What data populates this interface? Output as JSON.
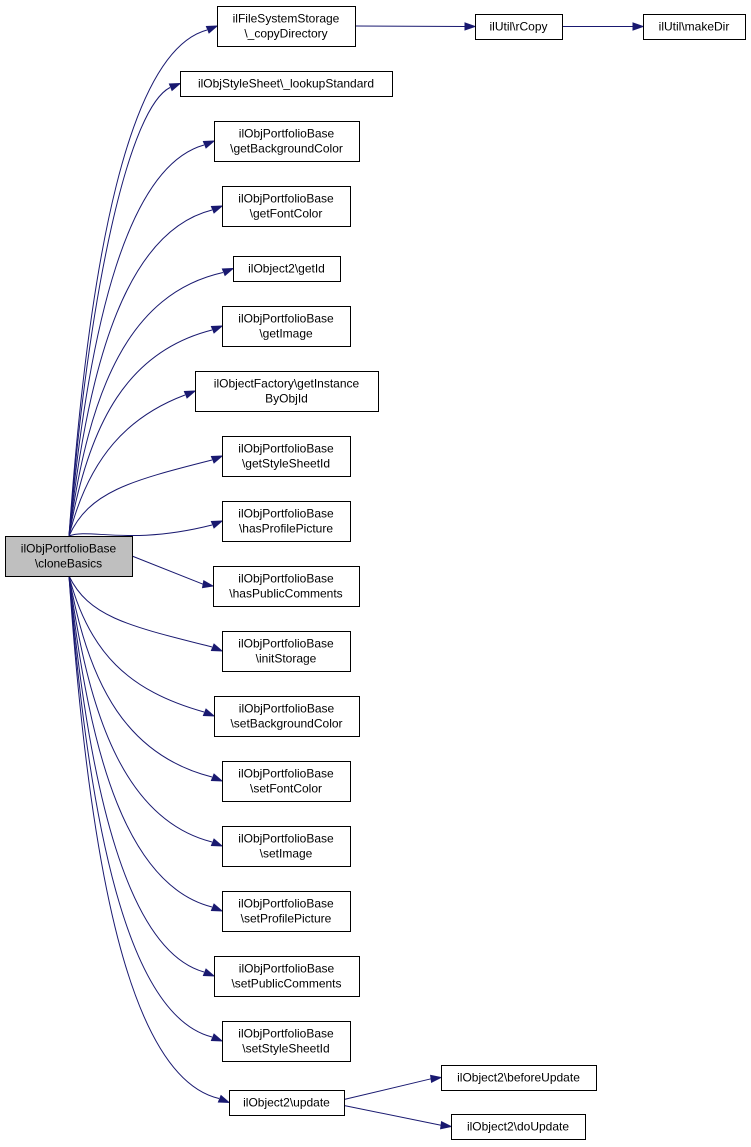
{
  "graph": {
    "colors": {
      "edge": "#191970",
      "root_fill": "#bfbfbf",
      "node_fill": "#ffffff",
      "border": "#000000"
    },
    "nodes": [
      {
        "id": "clone_basics",
        "lines": [
          "ilObjPortfolioBase",
          "\\cloneBasics"
        ],
        "root": true
      },
      {
        "id": "copy_directory",
        "lines": [
          "ilFileSystemStorage",
          "\\_copyDirectory"
        ]
      },
      {
        "id": "rcopy",
        "lines": [
          "ilUtil\\rCopy"
        ]
      },
      {
        "id": "make_dir",
        "lines": [
          "ilUtil\\makeDir"
        ]
      },
      {
        "id": "lookup_standard",
        "lines": [
          "ilObjStyleSheet\\_lookupStandard"
        ]
      },
      {
        "id": "get_background_color",
        "lines": [
          "ilObjPortfolioBase",
          "\\getBackgroundColor"
        ]
      },
      {
        "id": "get_font_color",
        "lines": [
          "ilObjPortfolioBase",
          "\\getFontColor"
        ]
      },
      {
        "id": "get_id",
        "lines": [
          "ilObject2\\getId"
        ]
      },
      {
        "id": "get_image",
        "lines": [
          "ilObjPortfolioBase",
          "\\getImage"
        ]
      },
      {
        "id": "get_instance_by_obj_id",
        "lines": [
          "ilObjectFactory\\getInstance",
          "ByObjId"
        ]
      },
      {
        "id": "get_style_sheet_id",
        "lines": [
          "ilObjPortfolioBase",
          "\\getStyleSheetId"
        ]
      },
      {
        "id": "has_profile_picture",
        "lines": [
          "ilObjPortfolioBase",
          "\\hasProfilePicture"
        ]
      },
      {
        "id": "has_public_comments",
        "lines": [
          "ilObjPortfolioBase",
          "\\hasPublicComments"
        ]
      },
      {
        "id": "init_storage",
        "lines": [
          "ilObjPortfolioBase",
          "\\initStorage"
        ]
      },
      {
        "id": "set_background_color",
        "lines": [
          "ilObjPortfolioBase",
          "\\setBackgroundColor"
        ]
      },
      {
        "id": "set_font_color",
        "lines": [
          "ilObjPortfolioBase",
          "\\setFontColor"
        ]
      },
      {
        "id": "set_image",
        "lines": [
          "ilObjPortfolioBase",
          "\\setImage"
        ]
      },
      {
        "id": "set_profile_picture",
        "lines": [
          "ilObjPortfolioBase",
          "\\setProfilePicture"
        ]
      },
      {
        "id": "set_public_comments",
        "lines": [
          "ilObjPortfolioBase",
          "\\setPublicComments"
        ]
      },
      {
        "id": "set_style_sheet_id",
        "lines": [
          "ilObjPortfolioBase",
          "\\setStyleSheetId"
        ]
      },
      {
        "id": "update",
        "lines": [
          "ilObject2\\update"
        ]
      },
      {
        "id": "before_update",
        "lines": [
          "ilObject2\\beforeUpdate"
        ]
      },
      {
        "id": "do_update",
        "lines": [
          "ilObject2\\doUpdate"
        ]
      }
    ],
    "edges": [
      [
        "clone_basics",
        "copy_directory"
      ],
      [
        "clone_basics",
        "lookup_standard"
      ],
      [
        "clone_basics",
        "get_background_color"
      ],
      [
        "clone_basics",
        "get_font_color"
      ],
      [
        "clone_basics",
        "get_id"
      ],
      [
        "clone_basics",
        "get_image"
      ],
      [
        "clone_basics",
        "get_instance_by_obj_id"
      ],
      [
        "clone_basics",
        "get_style_sheet_id"
      ],
      [
        "clone_basics",
        "has_profile_picture"
      ],
      [
        "clone_basics",
        "has_public_comments"
      ],
      [
        "clone_basics",
        "init_storage"
      ],
      [
        "clone_basics",
        "set_background_color"
      ],
      [
        "clone_basics",
        "set_font_color"
      ],
      [
        "clone_basics",
        "set_image"
      ],
      [
        "clone_basics",
        "set_profile_picture"
      ],
      [
        "clone_basics",
        "set_public_comments"
      ],
      [
        "clone_basics",
        "set_style_sheet_id"
      ],
      [
        "clone_basics",
        "update"
      ],
      [
        "copy_directory",
        "rcopy"
      ],
      [
        "rcopy",
        "make_dir"
      ],
      [
        "update",
        "before_update"
      ],
      [
        "update",
        "do_update"
      ]
    ]
  }
}
